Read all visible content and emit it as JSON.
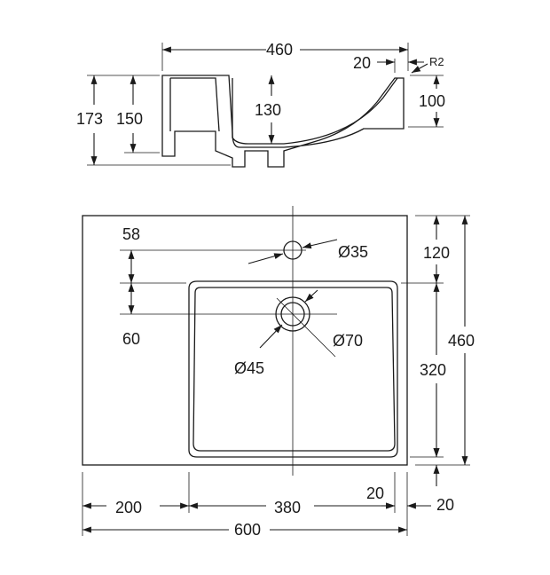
{
  "side_view": {
    "dims": {
      "overall_width": "460",
      "rim_width": "20",
      "radius": "R2",
      "height_overall": "173",
      "height_body": "150",
      "bowl_depth": "130",
      "rim_height": "100"
    }
  },
  "top_view": {
    "dims": {
      "tap_offset_top": "58",
      "tap_hole": "Ø35",
      "drain_offset": "60",
      "drain_outer": "Ø70",
      "drain_inner": "Ø45",
      "depth_front": "120",
      "depth_total": "460",
      "basin_depth": "320",
      "rear_margin": "20",
      "left_shelf": "200",
      "basin_width": "380",
      "right_margin": "20",
      "total_width": "600"
    }
  }
}
